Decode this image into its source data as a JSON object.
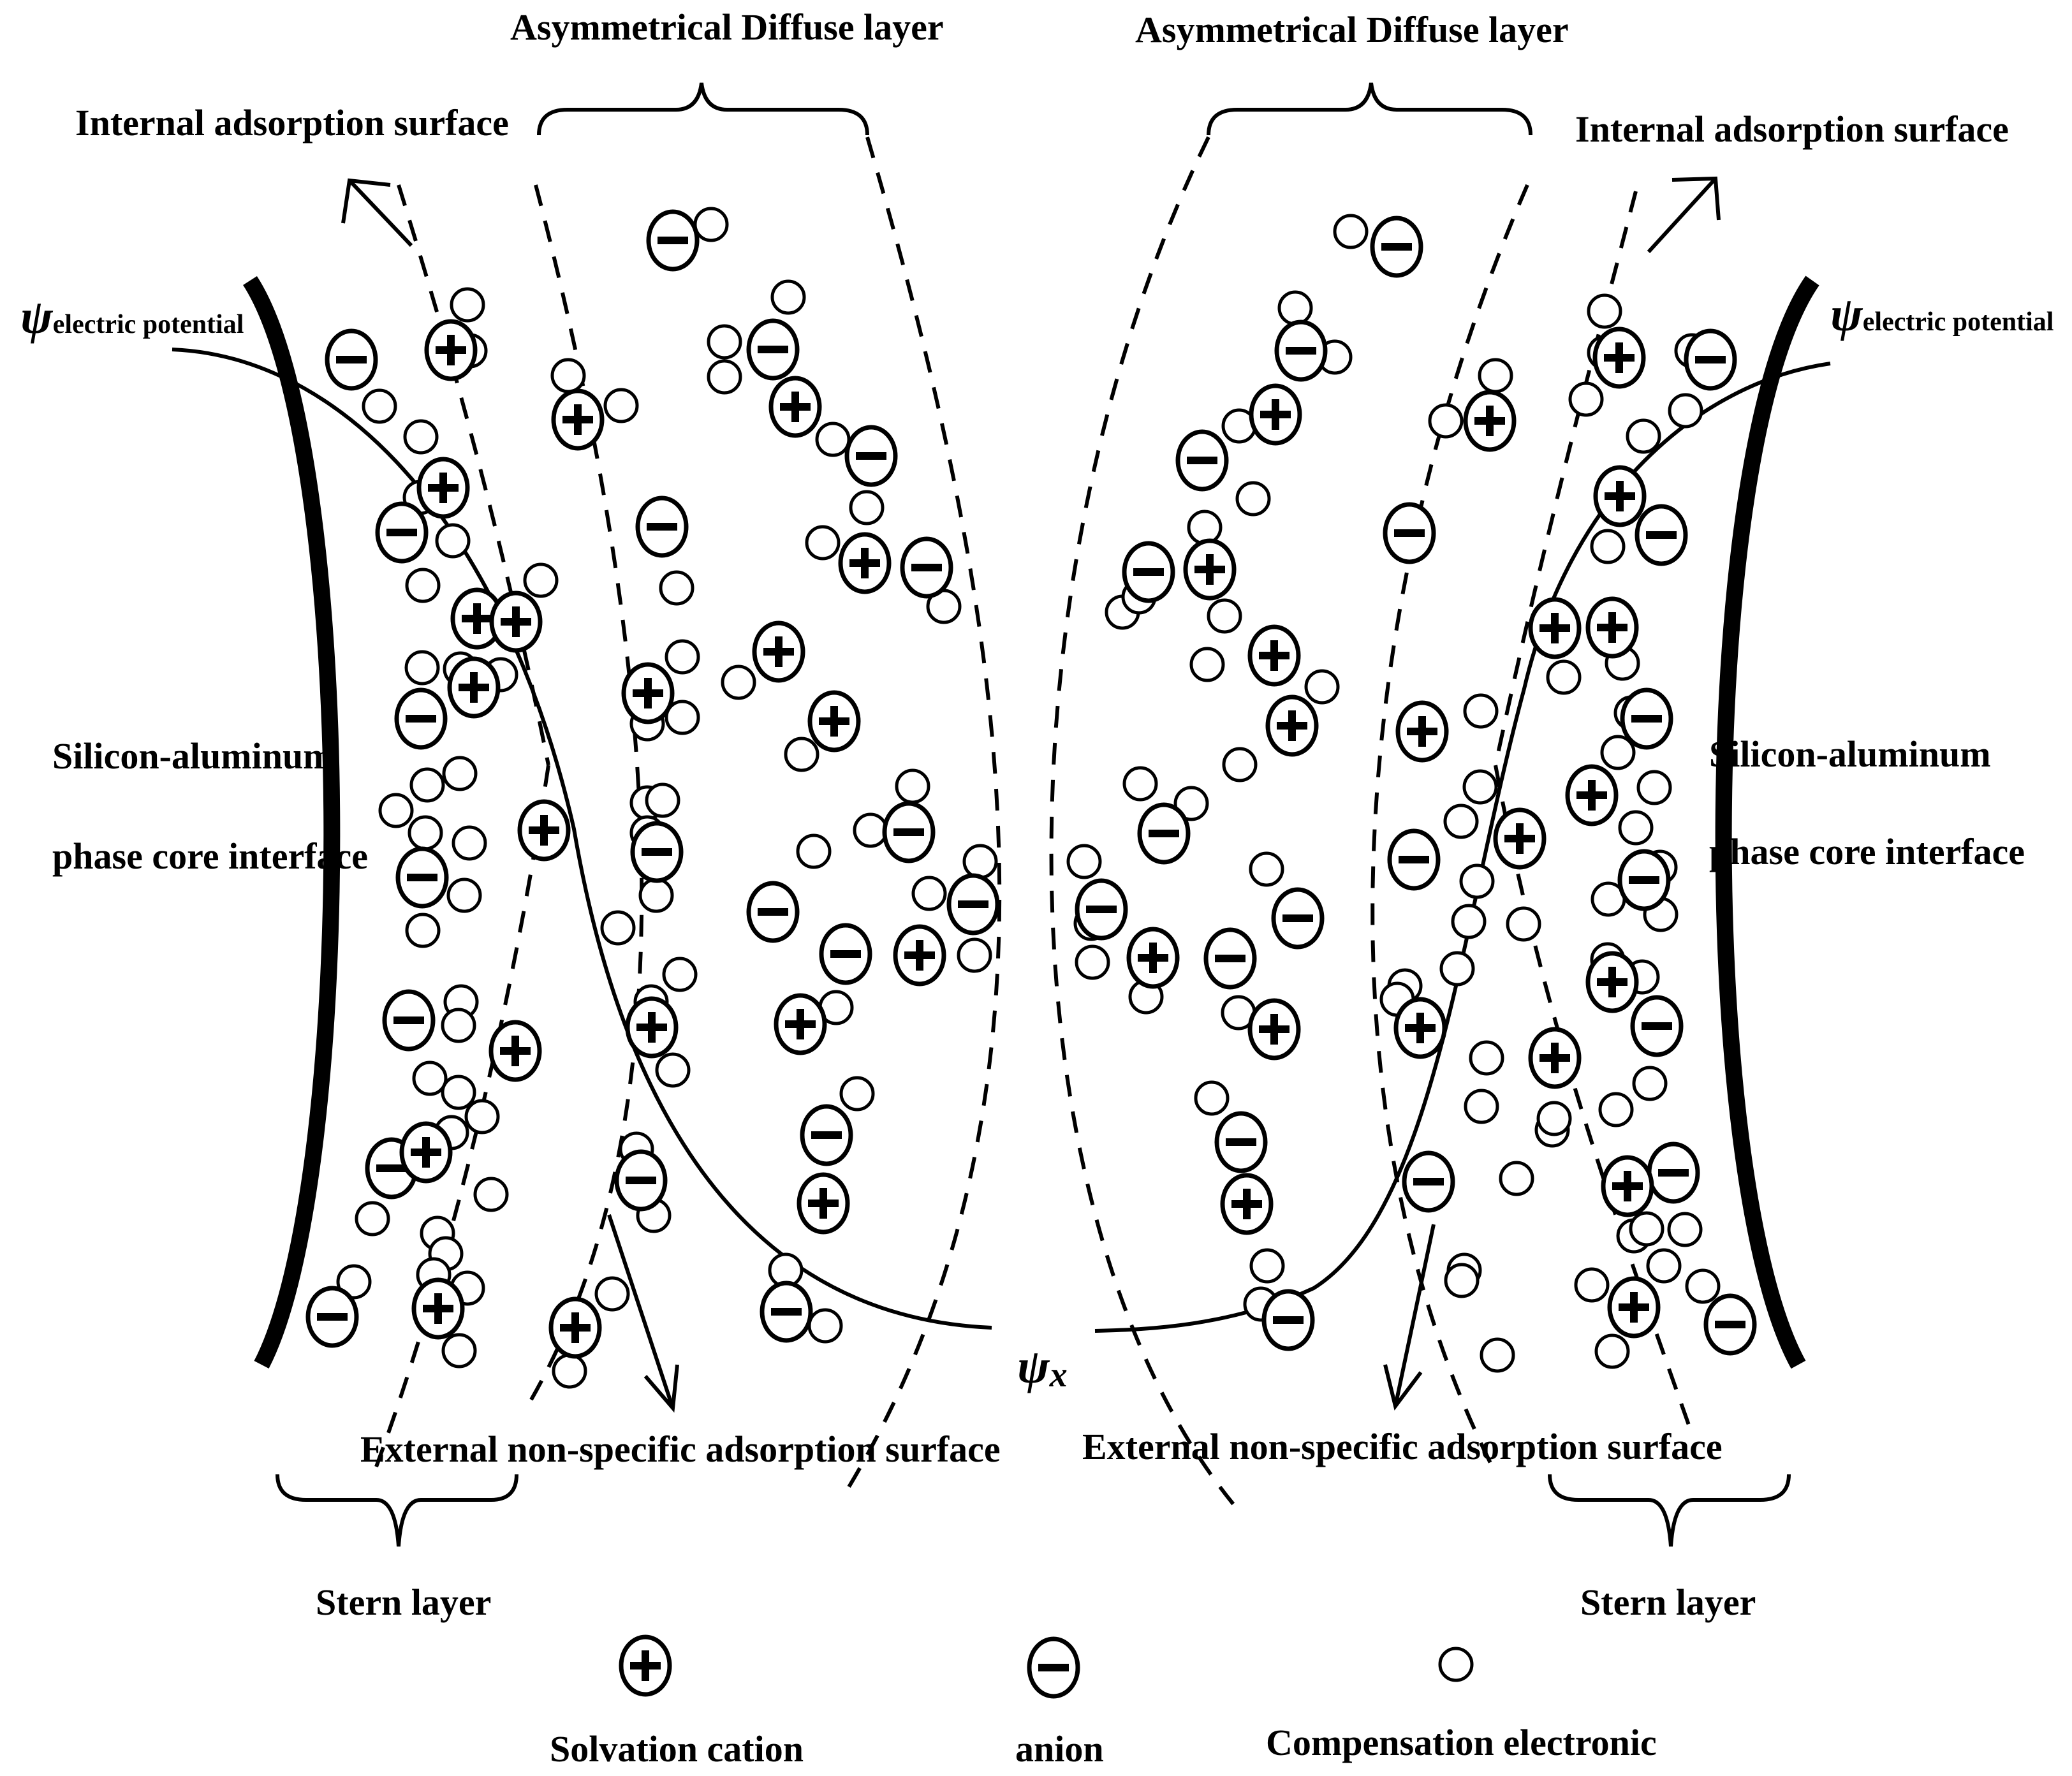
{
  "labels": {
    "diffuse_left": "Asymmetrical Diffuse layer",
    "diffuse_right": "Asymmetrical Diffuse layer",
    "internal_left": "Internal adsorption surface",
    "internal_right": "Internal adsorption surface",
    "psi_left": "ψ",
    "psi_left_sub": "electric potential",
    "psi_right": "ψ",
    "psi_right_sub": "electric potential",
    "core_left_line1": "Silicon-aluminum",
    "core_left_line2": "phase core interface",
    "core_right_line1": "Silicon-aluminum",
    "core_right_line2": "phase core interface",
    "psi_x": "ψ",
    "psi_x_sub": "x",
    "external_left": "External non-specific adsorption surface",
    "external_right": "External non-specific adsorption surface",
    "stern_left": "Stern layer",
    "stern_right": "Stern layer"
  },
  "legend": {
    "cation": "Solvation cation",
    "anion": "anion",
    "electron": "Compensation electronic"
  },
  "cations": [
    [
      707,
      549
    ],
    [
      695,
      765
    ],
    [
      748,
      970
    ],
    [
      809,
      975
    ],
    [
      743,
      1078
    ],
    [
      668,
      1807
    ],
    [
      687,
      2052
    ],
    [
      906,
      658
    ],
    [
      1247,
      638
    ],
    [
      1356,
      883
    ],
    [
      1221,
      1022
    ],
    [
      1308,
      1131
    ],
    [
      1016,
      1087
    ],
    [
      853,
      1302
    ],
    [
      1022,
      1611
    ],
    [
      1255,
      1606
    ],
    [
      1442,
      1498
    ],
    [
      808,
      1648
    ],
    [
      902,
      2082
    ],
    [
      1291,
      1887
    ],
    [
      2539,
      561
    ],
    [
      2540,
      778
    ],
    [
      2528,
      984
    ],
    [
      2438,
      985
    ],
    [
      2496,
      1247
    ],
    [
      2383,
      1315
    ],
    [
      2528,
      1540
    ],
    [
      2438,
      1659
    ],
    [
      2552,
      1860
    ],
    [
      2562,
      2050
    ],
    [
      2336,
      660
    ],
    [
      2000,
      650
    ],
    [
      1998,
      1028
    ],
    [
      2026,
      1138
    ],
    [
      2230,
      1147
    ],
    [
      1897,
      893
    ],
    [
      1808,
      1502
    ],
    [
      1998,
      1614
    ],
    [
      2227,
      1612
    ],
    [
      1955,
      1888
    ]
  ],
  "anions": [
    [
      551,
      564
    ],
    [
      630,
      835
    ],
    [
      660,
      1127
    ],
    [
      662,
      1376
    ],
    [
      641,
      1600
    ],
    [
      614,
      1832
    ],
    [
      521,
      2065
    ],
    [
      1055,
      377
    ],
    [
      1212,
      548
    ],
    [
      1366,
      715
    ],
    [
      1453,
      890
    ],
    [
      1038,
      826
    ],
    [
      1030,
      1336
    ],
    [
      1212,
      1430
    ],
    [
      1326,
      1496
    ],
    [
      1425,
      1305
    ],
    [
      1526,
      1418
    ],
    [
      1296,
      1780
    ],
    [
      1005,
      1851
    ],
    [
      1233,
      2057
    ],
    [
      2682,
      564
    ],
    [
      2605,
      839
    ],
    [
      2582,
      1127
    ],
    [
      2578,
      1380
    ],
    [
      2598,
      1609
    ],
    [
      2624,
      1839
    ],
    [
      2713,
      2077
    ],
    [
      2190,
      387
    ],
    [
      2040,
      550
    ],
    [
      1885,
      722
    ],
    [
      1801,
      897
    ],
    [
      2210,
      836
    ],
    [
      2217,
      1348
    ],
    [
      2035,
      1440
    ],
    [
      1929,
      1503
    ],
    [
      1825,
      1307
    ],
    [
      1727,
      1426
    ],
    [
      1946,
      1791
    ],
    [
      2240,
      1853
    ],
    [
      2020,
      2070
    ]
  ],
  "electrons": [
    [
      733,
      478
    ],
    [
      737,
      550
    ],
    [
      595,
      637
    ],
    [
      660,
      685
    ],
    [
      659,
      780
    ],
    [
      710,
      848
    ],
    [
      663,
      918
    ],
    [
      722,
      1049
    ],
    [
      662,
      1047
    ],
    [
      785,
      1058
    ],
    [
      621,
      1271
    ],
    [
      670,
      1231
    ],
    [
      721,
      1213
    ],
    [
      667,
      1306
    ],
    [
      728,
      1404
    ],
    [
      736,
      1322
    ],
    [
      663,
      1459
    ],
    [
      723,
      1571
    ],
    [
      719,
      1608
    ],
    [
      674,
      1691
    ],
    [
      719,
      1713
    ],
    [
      756,
      1751
    ],
    [
      770,
      1873
    ],
    [
      686,
      1934
    ],
    [
      708,
      1776
    ],
    [
      699,
      1966
    ],
    [
      680,
      1999
    ],
    [
      584,
      1911
    ],
    [
      555,
      2010
    ],
    [
      720,
      2118
    ],
    [
      733,
      2020
    ],
    [
      891,
      589
    ],
    [
      974,
      636
    ],
    [
      848,
      910
    ],
    [
      1061,
      922
    ],
    [
      1070,
      1030
    ],
    [
      1015,
      1135
    ],
    [
      1070,
      1125
    ],
    [
      1015,
      1259
    ],
    [
      1015,
      1306
    ],
    [
      1039,
      1255
    ],
    [
      1029,
      1404
    ],
    [
      969,
      1455
    ],
    [
      1066,
      1528
    ],
    [
      1021,
      1571
    ],
    [
      1055,
      1678
    ],
    [
      998,
      1802
    ],
    [
      1025,
      1906
    ],
    [
      891,
      2080
    ],
    [
      893,
      2150
    ],
    [
      960,
      2029
    ],
    [
      1115,
      352
    ],
    [
      1136,
      591
    ],
    [
      1236,
      466
    ],
    [
      1136,
      536
    ],
    [
      1306,
      689
    ],
    [
      1359,
      796
    ],
    [
      1290,
      851
    ],
    [
      1480,
      951
    ],
    [
      1158,
      1070
    ],
    [
      1257,
      1183
    ],
    [
      1431,
      1233
    ],
    [
      1276,
      1335
    ],
    [
      1365,
      1302
    ],
    [
      1457,
      1401
    ],
    [
      1537,
      1351
    ],
    [
      1528,
      1498
    ],
    [
      1311,
      1580
    ],
    [
      1344,
      1715
    ],
    [
      1232,
      1992
    ],
    [
      1294,
      2079
    ],
    [
      2516,
      488
    ],
    [
      2516,
      553
    ],
    [
      2487,
      626
    ],
    [
      2653,
      550
    ],
    [
      2643,
      644
    ],
    [
      2577,
      684
    ],
    [
      2521,
      857
    ],
    [
      2544,
      1040
    ],
    [
      2558,
      1118
    ],
    [
      2452,
      1062
    ],
    [
      2537,
      1180
    ],
    [
      2594,
      1235
    ],
    [
      2565,
      1298
    ],
    [
      2603,
      1360
    ],
    [
      2604,
      1434
    ],
    [
      2522,
      1410
    ],
    [
      2521,
      1505
    ],
    [
      2575,
      1532
    ],
    [
      2587,
      1699
    ],
    [
      2534,
      1740
    ],
    [
      2434,
      1772
    ],
    [
      2437,
      1754
    ],
    [
      2562,
      1938
    ],
    [
      2582,
      1927
    ],
    [
      2609,
      1985
    ],
    [
      2496,
      2015
    ],
    [
      2528,
      2119
    ],
    [
      2642,
      1928
    ],
    [
      2670,
      2017
    ],
    [
      2345,
      589
    ],
    [
      2267,
      660
    ],
    [
      2322,
      1115
    ],
    [
      2321,
      1234
    ],
    [
      2291,
      1288
    ],
    [
      2316,
      1382
    ],
    [
      2303,
      1445
    ],
    [
      2389,
      1449
    ],
    [
      2285,
      1519
    ],
    [
      2203,
      1546
    ],
    [
      2191,
      1567
    ],
    [
      2331,
      1659
    ],
    [
      2323,
      1735
    ],
    [
      2378,
      1848
    ],
    [
      2296,
      1992
    ],
    [
      2292,
      2008
    ],
    [
      2348,
      2125
    ],
    [
      2118,
      363
    ],
    [
      2031,
      483
    ],
    [
      2093,
      560
    ],
    [
      1943,
      668
    ],
    [
      1965,
      782
    ],
    [
      1889,
      827
    ],
    [
      1760,
      960
    ],
    [
      1786,
      936
    ],
    [
      1920,
      966
    ],
    [
      1893,
      1042
    ],
    [
      2073,
      1077
    ],
    [
      1944,
      1199
    ],
    [
      1788,
      1229
    ],
    [
      1868,
      1260
    ],
    [
      1986,
      1363
    ],
    [
      1700,
      1351
    ],
    [
      1711,
      1448
    ],
    [
      1713,
      1509
    ],
    [
      1797,
      1563
    ],
    [
      1942,
      1588
    ],
    [
      1900,
      1722
    ],
    [
      1987,
      1985
    ],
    [
      1977,
      2045
    ]
  ]
}
